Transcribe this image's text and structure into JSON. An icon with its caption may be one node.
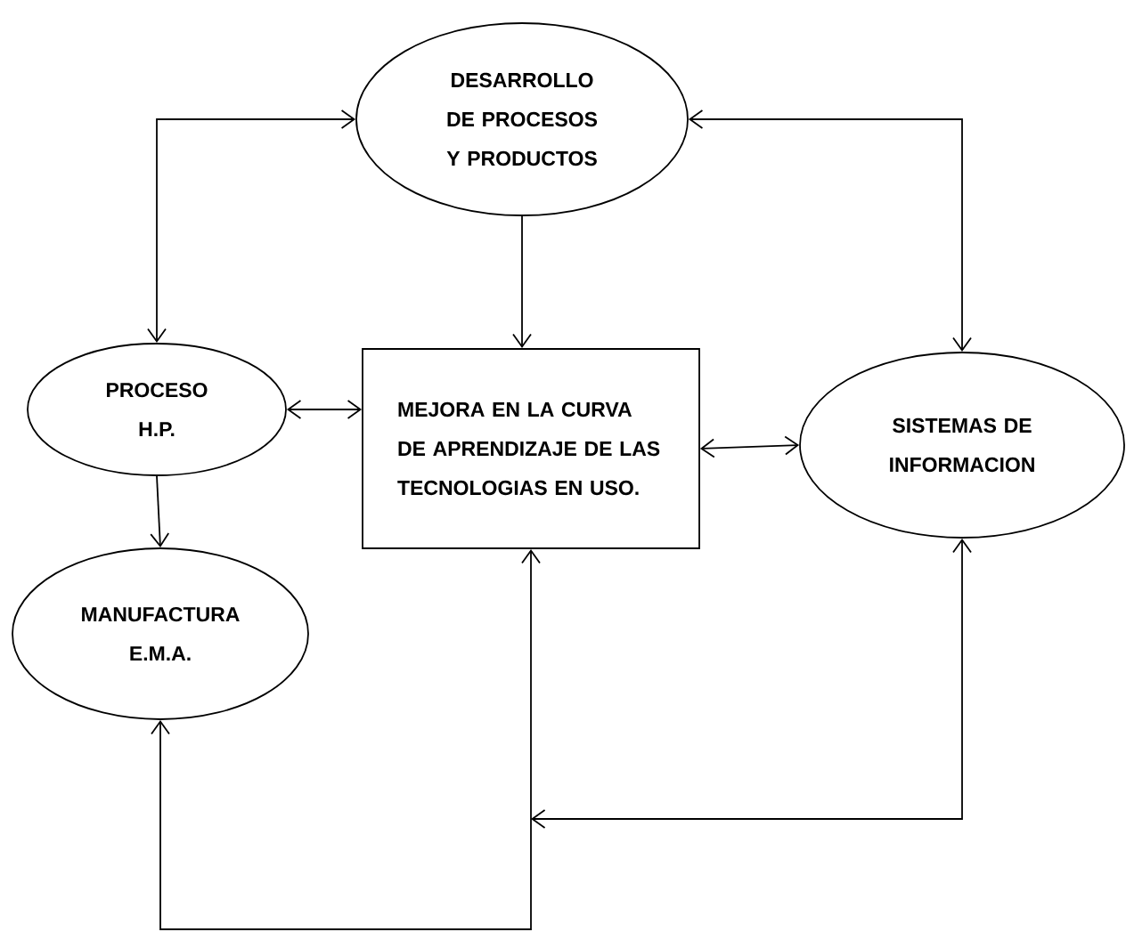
{
  "diagram": {
    "nodes": [
      {
        "text": [
          "DESARROLLO DE PROCESOS Y PRODUCTOS"
        ]
      },
      {
        "text": [
          "PROCESO H.P."
        ]
      },
      {
        "text": [
          "MEJORA EN LA CURVA DE APRENDIZAJE DE LAS TECNOLOGIAS EN USO."
        ]
      },
      {
        "text": [
          "SISTEMAS DE INFORMACION"
        ]
      },
      {
        "text": [
          "MANUFACTURA E.M.A."
        ]
      }
    ],
    "edges": [
      {
        "from": 0,
        "to": 1,
        "arrow": "both"
      },
      {
        "from": 0,
        "to": 3,
        "arrow": "both"
      },
      {
        "from": 0,
        "to": 2,
        "arrow": "to"
      },
      {
        "from": 1,
        "to": 2,
        "arrow": "both"
      },
      {
        "from": 1,
        "to": 4,
        "arrow": "to"
      },
      {
        "from": 2,
        "to": 3,
        "arrow": "both"
      },
      {
        "from": 4,
        "to": 2,
        "arrow": "both"
      },
      {
        "from": 3,
        "to": 2,
        "arrow": "both"
      }
    ]
  }
}
